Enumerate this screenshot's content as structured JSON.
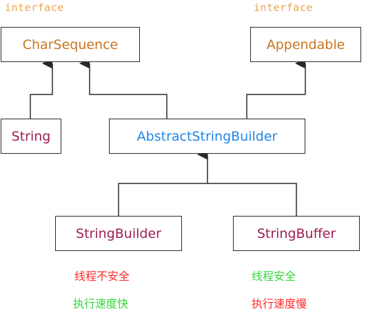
{
  "stereotypes": {
    "left": "interface",
    "right": "interface"
  },
  "nodes": {
    "charsequence": "CharSequence",
    "appendable": "Appendable",
    "string": "String",
    "abstract_builder": "AbstractStringBuilder",
    "string_builder": "StringBuilder",
    "string_buffer": "StringBuffer"
  },
  "notes": {
    "builder_thread": "线程不安全",
    "builder_speed": "执行速度快",
    "buffer_thread": "线程安全",
    "buffer_speed": "执行速度慢"
  },
  "colors": {
    "interface_text": "#c8741e",
    "stereotype_text": "#f0a24a",
    "class_text": "#9b1d55",
    "abstract_text": "#1e86e6",
    "warning_text": "#ff2a2a",
    "positive_text": "#35d63a"
  }
}
